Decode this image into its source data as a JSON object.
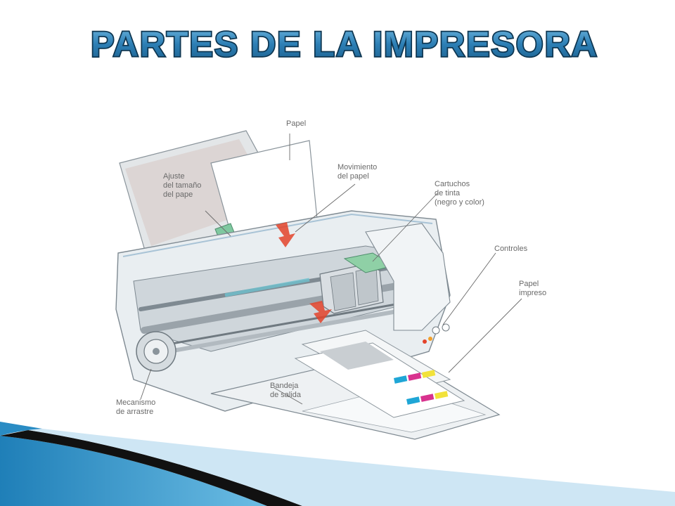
{
  "title": "PARTES DE LA IMPRESORA",
  "labels": {
    "papel": "Papel",
    "ajuste": [
      "Ajuste",
      "del tamaño",
      "del pape"
    ],
    "movimiento": [
      "Movimiento",
      "del papel"
    ],
    "cartuchos": [
      "Cartuchos",
      "de tinta",
      "(negro y color)"
    ],
    "controles": "Controles",
    "papel_impreso": [
      "Papel",
      "impreso"
    ],
    "bandeja": [
      "Bandeja",
      "de salida"
    ],
    "mecanismo": [
      "Mecanismo",
      "de arrastre"
    ]
  },
  "colors": {
    "title_fill": "#2d7fb5",
    "title_stroke": "#0d3550",
    "footer_blue": "#2a8cc4",
    "footer_light": "#b9dcef",
    "printer_body": "#e9eef1",
    "printer_line": "#7f8a92",
    "paper_guide": "#7fc8a0",
    "arrow_red": "#e3432a",
    "ink_cyan": "#1fa6d6",
    "ink_magenta": "#d8328e",
    "ink_yellow": "#f2e23a"
  }
}
